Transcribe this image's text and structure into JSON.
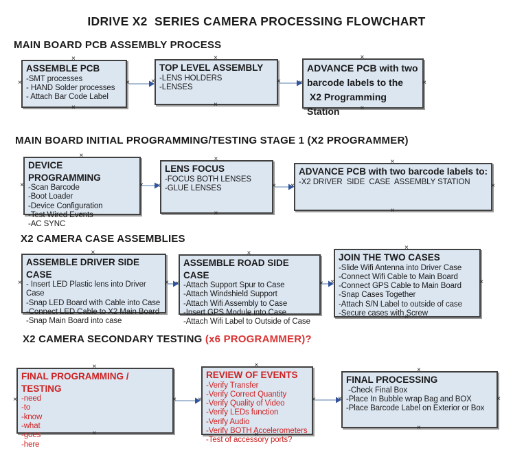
{
  "title": "IDRIVE X2  SERIES CAMERA PROCESSING FLOWCHART",
  "decor": {
    "handle_glyph": "×"
  },
  "colors": {
    "box_fill": "#dce6f1",
    "box_border": "#404040",
    "box_shadow": "#9b9b9b",
    "text": "#1a1a1a",
    "red": "#cc2222",
    "header_red": "#d93333",
    "arrow_line": "#8ea9c9",
    "arrow_head": "#31549b"
  },
  "sections": [
    {
      "heading": "MAIN BOARD PCB ASSEMBLY PROCESS",
      "boxes": [
        {
          "title": "ASSEMBLE PCB",
          "body": [
            "-SMT processes",
            "- HAND Solder processes",
            "- Attach Bar Code Label"
          ]
        },
        {
          "title": "TOP LEVEL ASSEMBLY",
          "body": [
            "-LENS HOLDERS",
            "-LENSES"
          ]
        },
        {
          "title": "ADVANCE PCB with two\nbarcode labels to the\n X2 Programming Station"
        }
      ]
    },
    {
      "heading": "MAIN BOARD INITIAL PROGRAMMING/TESTING STAGE 1 (X2 PROGRAMMER)",
      "boxes": [
        {
          "title": "DEVICE PROGRAMMING",
          "body": [
            "-Scan Barcode",
            "-Boot Loader",
            "-Device Configuration",
            "-Test Wired Events",
            "-AC SYNC"
          ]
        },
        {
          "title": "LENS FOCUS",
          "body": [
            "-FOCUS BOTH LENSES",
            "-GLUE LENSES"
          ]
        },
        {
          "title": "ADVANCE PCB with two barcode labels to:",
          "body": [
            "-X2 DRIVER  SIDE  CASE  ASSEMBLY STATION"
          ]
        }
      ]
    },
    {
      "heading": "X2 CAMERA CASE ASSEMBLIES",
      "boxes": [
        {
          "title": "ASSEMBLE DRIVER SIDE CASE",
          "body": [
            "- Insert LED Plastic lens into Driver Case",
            "-Snap LED Board with Cable into Case",
            "-Connect LED Cable to X2 Main Board",
            "-Snap Main Board into case"
          ]
        },
        {
          "title": "ASSEMBLE ROAD SIDE CASE",
          "body": [
            "-Attach Support Spur to Case",
            "-Attach Windshield Support",
            "-Attach Wifi Assembly to Case",
            "-Insert GPS Module into Case",
            "-Attach Wifi Label to Outside of Case"
          ]
        },
        {
          "title": "JOIN THE TWO CASES",
          "body": [
            "-Slide Wifi Antenna into Driver Case",
            "-Connect Wifi Cable to Main Board",
            "-Connect GPS Cable to Main Board",
            "-Snap Cases Together",
            "-Attach S/N Label to outside of case",
            "-Secure cases with Screw"
          ]
        }
      ]
    },
    {
      "heading": "X2 CAMERA SECONDARY TESTING ",
      "heading_red": "(x6 PROGRAMMER)?",
      "boxes": [
        {
          "title": "FINAL PROGRAMMING / TESTING",
          "body": [
            "-need",
            "-to",
            "-know",
            "-what",
            "-goes",
            "-here"
          ],
          "color": "red"
        },
        {
          "title": "REVIEW OF EVENTS",
          "body": [
            "-Verify Transfer",
            "-Verify Correct Quantity",
            "-Verify Quality of Video",
            "-Verify LEDs function",
            "-Verify Audio",
            "-Verify BOTH Accelerometers",
            "-Test of accessory ports?"
          ],
          "color": "red"
        },
        {
          "title": "FINAL PROCESSING",
          "body": [
            " -Check Final Box",
            "-Place In Bubble wrap Bag and BOX",
            "-Place Barcode Label on Exterior or Box"
          ]
        }
      ]
    }
  ]
}
